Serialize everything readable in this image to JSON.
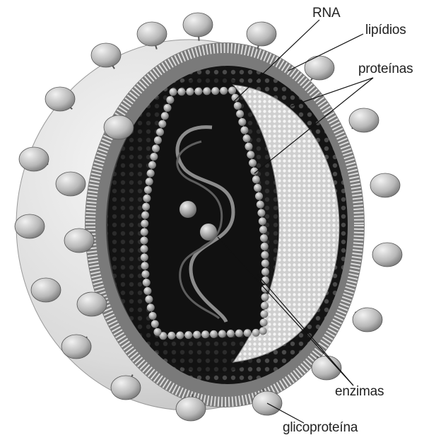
{
  "labels": {
    "rna": "RNA",
    "lipidios": "lipídios",
    "proteinas": "proteínas",
    "enzimas": "enzimas",
    "glicoproteina": "glicoproteína"
  },
  "colors": {
    "outer_shell": "#e3e3e3",
    "interior": "#151515",
    "bilayer": "#8a8a8a",
    "capsomere": "#9a9a9a",
    "knob": "#bdbdbd",
    "leader": "#111111"
  }
}
